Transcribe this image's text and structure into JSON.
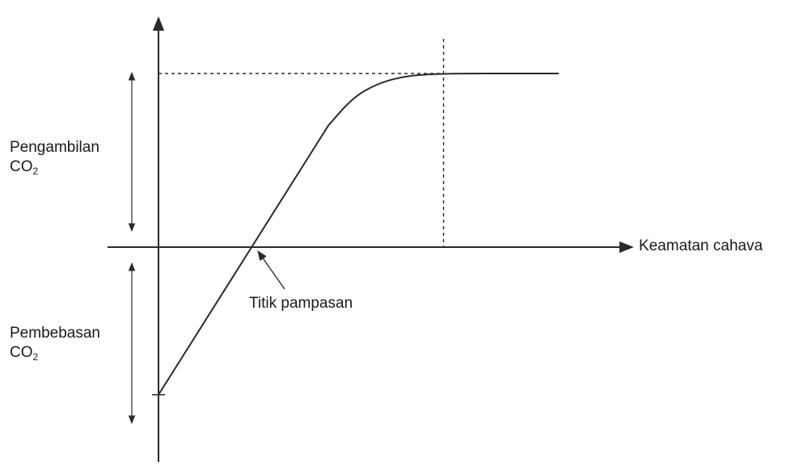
{
  "chart_data": {
    "type": "line",
    "xlabel": "Keamatan cahava",
    "ylabel_upper": {
      "main": "Pengambilan",
      "formula": "CO",
      "subscript": "2"
    },
    "ylabel_lower": {
      "main": "Pembebasan",
      "formula": "CO",
      "subscript": "2"
    },
    "annotation": "Titik pampasan",
    "series": [
      {
        "points": [
          [
            0,
            -0.85
          ],
          [
            0.16,
            0
          ],
          [
            0.28,
            0.7
          ],
          [
            0.32,
            0.86
          ],
          [
            0.36,
            0.94
          ],
          [
            0.4,
            0.98
          ],
          [
            0.44,
            0.995
          ],
          [
            0.5,
            1.0
          ],
          [
            0.58,
            1.0
          ],
          [
            0.66,
            1.0
          ]
        ]
      }
    ],
    "compensation_point": [
      0.16,
      0
    ],
    "saturation_point": [
      0.47,
      1.0
    ],
    "xlim": [
      0,
      0.66
    ],
    "ylim": [
      -0.85,
      1.0
    ],
    "grid": false,
    "line_color": "#2a2a2a"
  }
}
